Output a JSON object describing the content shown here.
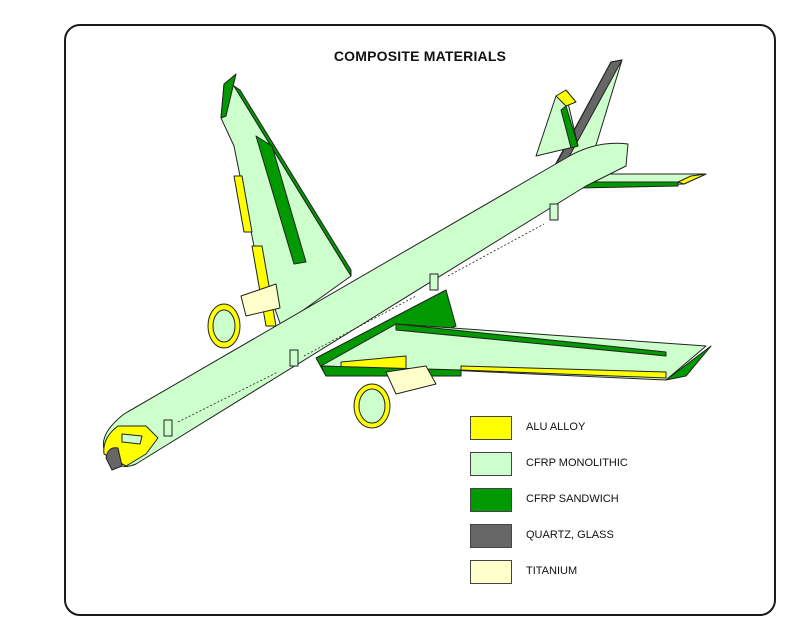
{
  "title": "COMPOSITE MATERIALS",
  "legend": [
    {
      "label": "ALU ALLOY",
      "color": "#ffff00"
    },
    {
      "label": "CFRP MONOLITHIC",
      "color": "#ccffcc"
    },
    {
      "label": "CFRP SANDWICH",
      "color": "#009900"
    },
    {
      "label": "QUARTZ, GLASS",
      "color": "#666666"
    },
    {
      "label": "TITANIUM",
      "color": "#ffffcc"
    }
  ]
}
